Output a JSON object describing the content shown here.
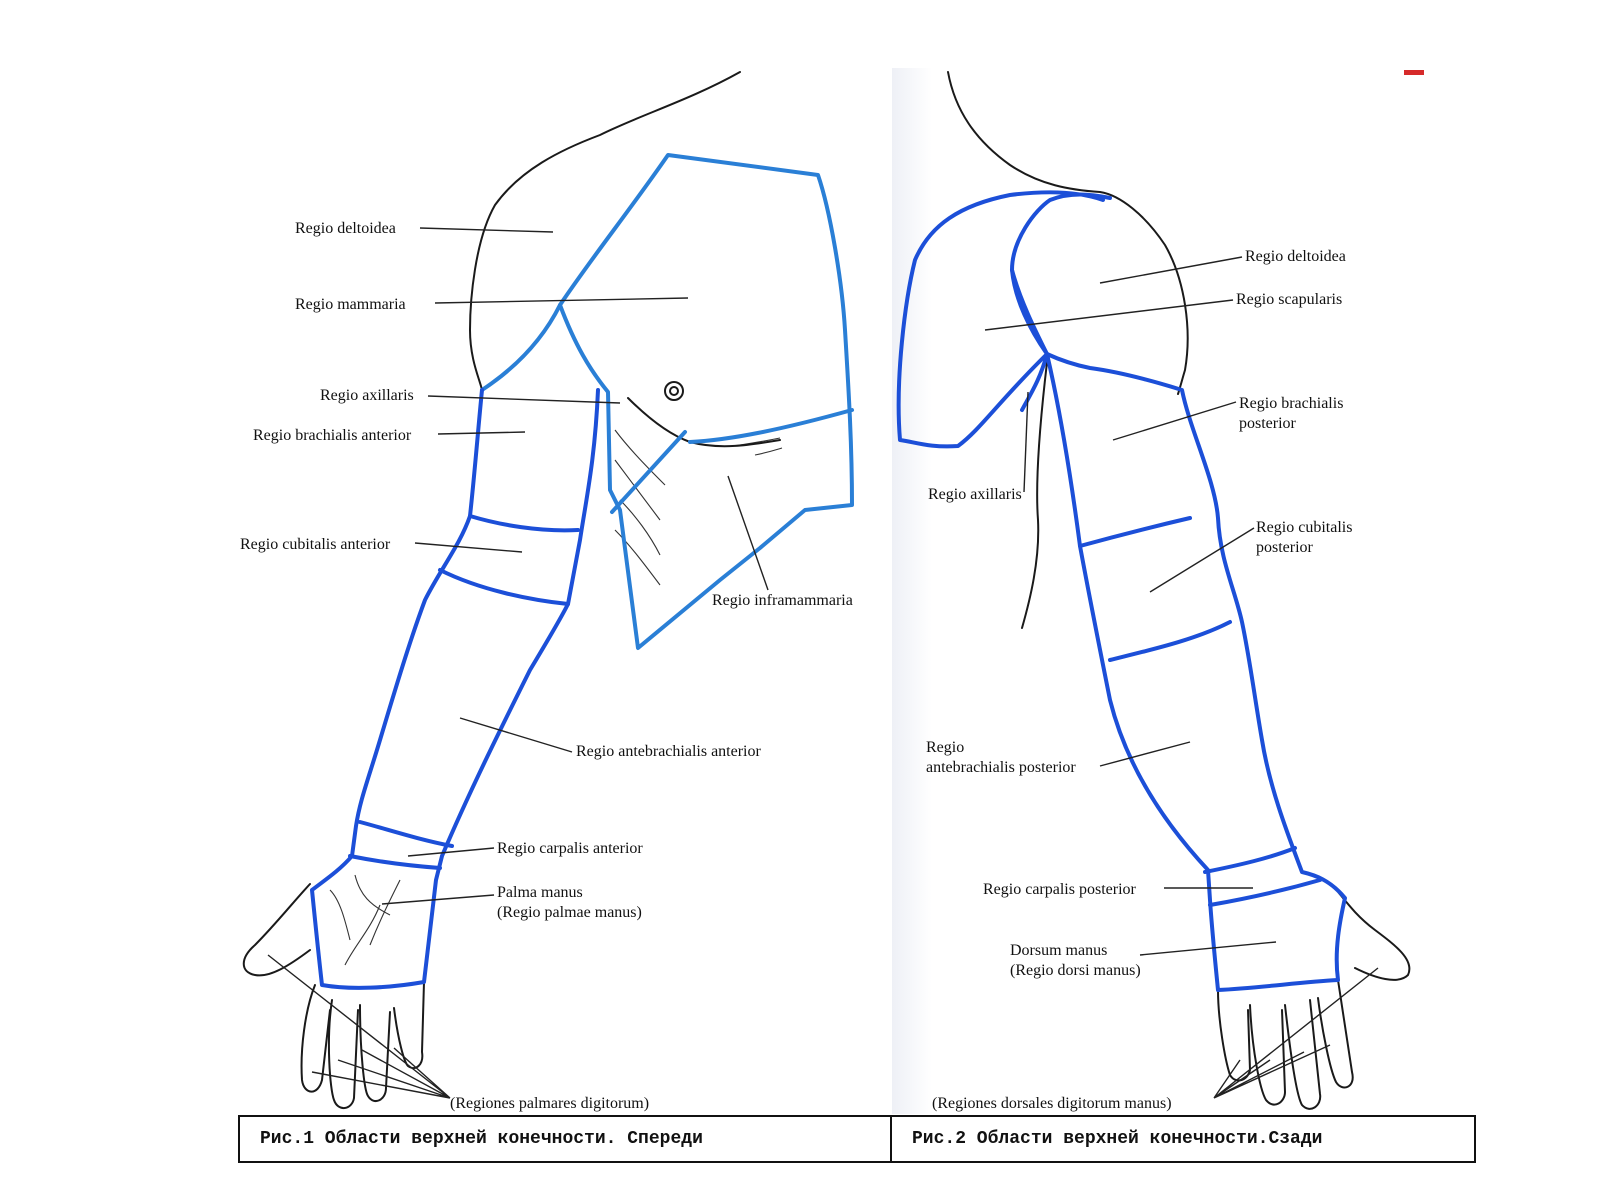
{
  "figure1": {
    "labels": {
      "deltoidea": "Regio deltoidea",
      "mammaria": "Regio mammaria",
      "axillaris": "Regio axillaris",
      "brachialis_anterior": "Regio brachialis anterior",
      "cubitalis_anterior": "Regio cubitalis anterior",
      "inframammaria": "Regio inframammaria",
      "antebrachialis_anterior": "Regio antebrachialis anterior",
      "carpalis_anterior": "Regio carpalis anterior",
      "palma_line1": "Palma manus",
      "palma_line2": "(Regio palmae manus)",
      "digitorum": "(Regiones palmares digitorum)"
    },
    "caption": "Рис.1 Области верхней конечности. Спереди"
  },
  "figure2": {
    "labels": {
      "deltoidea": "Regio deltoidea",
      "scapularis": "Regio scapularis",
      "brachialis_line1": "Regio brachialis",
      "brachialis_line2": "posterior",
      "axillaris": "Regio axillaris",
      "cubitalis_line1": "Regio cubitalis",
      "cubitalis_line2": "posterior",
      "antebrachialis_line1": "Regio",
      "antebrachialis_line2": "antebrachialis posterior",
      "carpalis_posterior": "Regio carpalis posterior",
      "dorsum_line1": "Dorsum manus",
      "dorsum_line2": "(Regio dorsi manus)",
      "digitorum": "(Regiones dorsales digitorum manus)"
    },
    "caption": "Рис.2 Области верхней конечности.Сзади"
  },
  "colors": {
    "region_outline": "#1c4fd8",
    "region_outline_light": "#2a7fd6",
    "body_outline": "#1a1a1a",
    "corner_mark": "#d62a2a"
  }
}
